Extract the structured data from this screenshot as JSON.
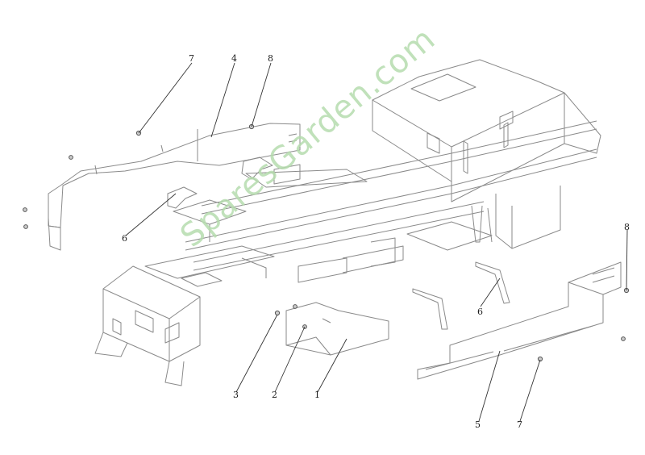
{
  "watermark": "SparesGarden.com",
  "callouts": [
    {
      "id": "c7-top",
      "text": "7"
    },
    {
      "id": "c4",
      "text": "4"
    },
    {
      "id": "c8-top",
      "text": "8"
    },
    {
      "id": "c6-left",
      "text": "6"
    },
    {
      "id": "c8-right",
      "text": "8"
    },
    {
      "id": "c6-right",
      "text": "6"
    },
    {
      "id": "c3",
      "text": "3"
    },
    {
      "id": "c2",
      "text": "2"
    },
    {
      "id": "c1",
      "text": "1"
    },
    {
      "id": "c5",
      "text": "5"
    },
    {
      "id": "c7-bottom",
      "text": "7"
    }
  ],
  "colors": {
    "line": "#8a8a8a",
    "leader": "#333333",
    "watermark": "#b6dcae"
  }
}
